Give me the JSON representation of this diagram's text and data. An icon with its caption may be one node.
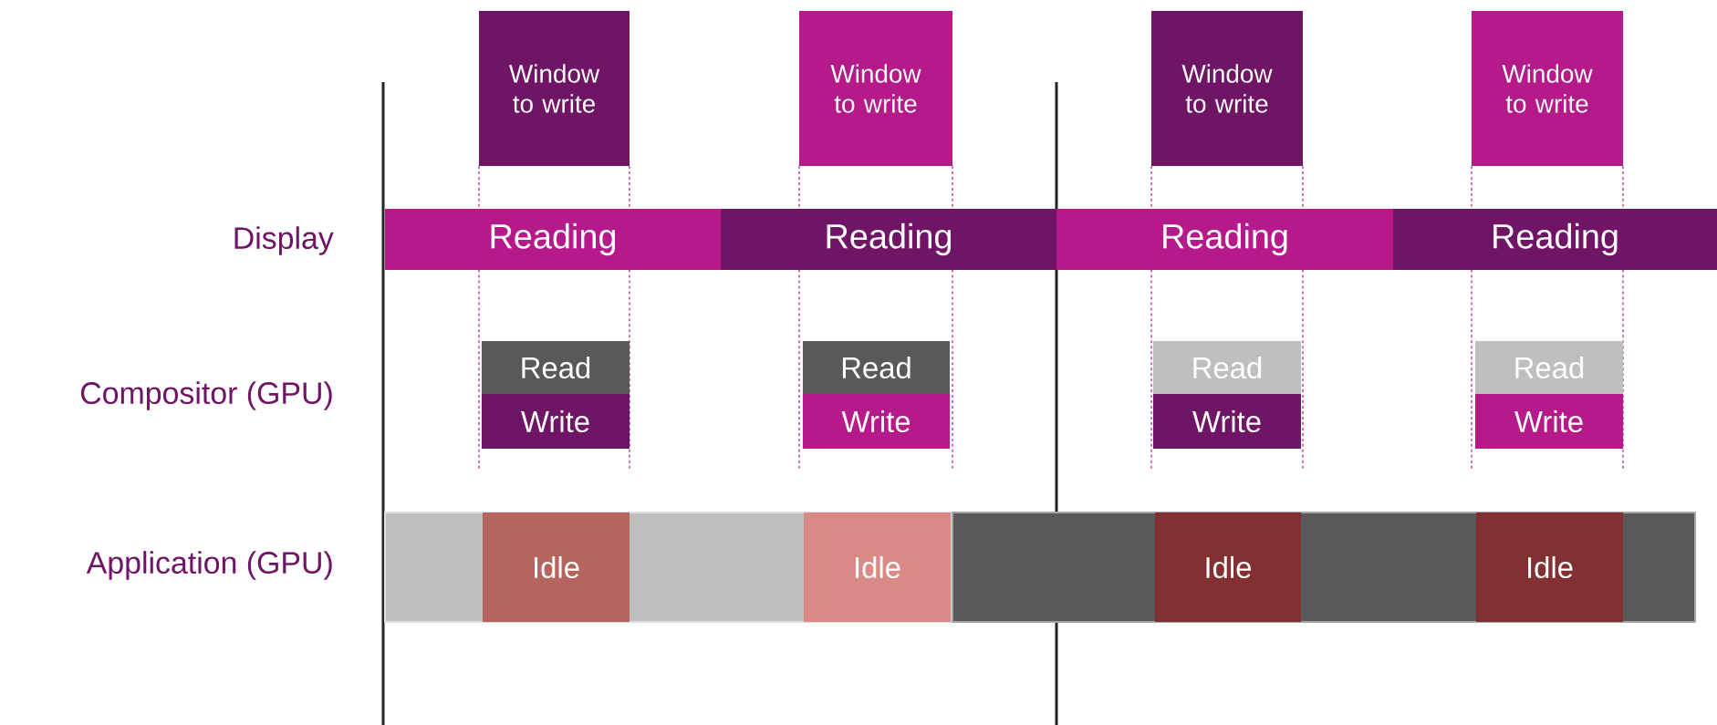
{
  "diagram": {
    "nodes": [
      {
        "text": [
          "Window to write"
        ]
      },
      {
        "text": [
          "Window to write"
        ]
      },
      {
        "text": [
          "Window to write"
        ]
      },
      {
        "text": [
          "Window to write"
        ]
      },
      {
        "text": [
          "Reading"
        ]
      },
      {
        "text": [
          "Reading"
        ]
      },
      {
        "text": [
          "Reading"
        ]
      },
      {
        "text": [
          "Reading"
        ]
      },
      {
        "text": [
          "Read"
        ]
      },
      {
        "text": [
          "Write"
        ]
      },
      {
        "text": [
          "Read"
        ]
      },
      {
        "text": [
          "Write"
        ]
      },
      {
        "text": [
          "Read"
        ]
      },
      {
        "text": [
          "Write"
        ]
      },
      {
        "text": [
          "Read"
        ]
      },
      {
        "text": [
          "Write"
        ]
      },
      {
        "text": [],
        "shape": "bar"
      },
      {
        "text": [],
        "shape": "bar"
      },
      {
        "text": [
          "Idle"
        ],
        "in": 16
      },
      {
        "text": [
          "Idle"
        ],
        "in": 16
      },
      {
        "text": [
          "Idle"
        ],
        "in": 17
      },
      {
        "text": [
          "Idle"
        ],
        "in": 17
      }
    ],
    "labels": [
      "Display",
      "Compositor (GPU)",
      "Application (GPU)"
    ]
  }
}
